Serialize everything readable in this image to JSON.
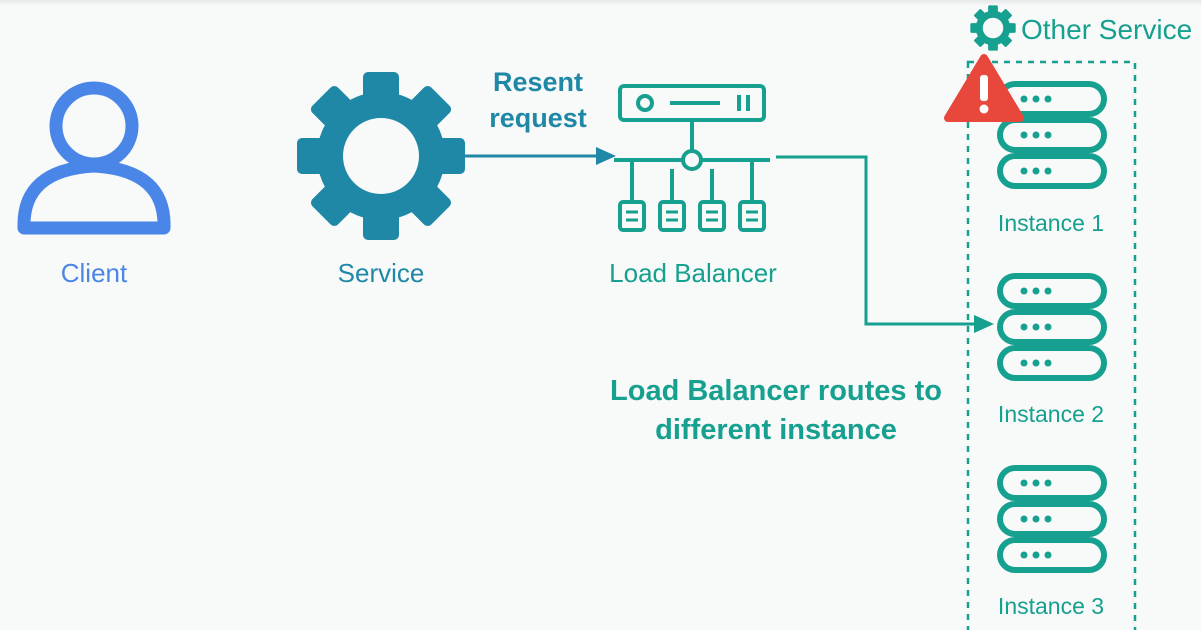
{
  "client": {
    "label": "Client",
    "icon": "user-icon",
    "color": "#4a86e8"
  },
  "service": {
    "label": "Service",
    "icon": "gear-icon",
    "color": "#1f88a7"
  },
  "resent_request": {
    "line1": "Resent",
    "line2": "request"
  },
  "load_balancer": {
    "label": "Load Balancer",
    "icon": "load-balancer-icon",
    "color": "#16a08f"
  },
  "routes_note": {
    "line1": "Load Balancer routes to",
    "line2": "different instance"
  },
  "other_service": {
    "label": "Other Service",
    "icon": "gear-icon",
    "warning_icon": "warning-icon",
    "instances": [
      {
        "label": "Instance 1",
        "icon": "server-icon"
      },
      {
        "label": "Instance 2",
        "icon": "server-icon"
      },
      {
        "label": "Instance 3",
        "icon": "server-icon"
      }
    ]
  },
  "colors": {
    "teal": "#16a08f",
    "blue": "#4a86e8",
    "service_blue": "#1f88a7",
    "warning_red": "#e8473c"
  }
}
